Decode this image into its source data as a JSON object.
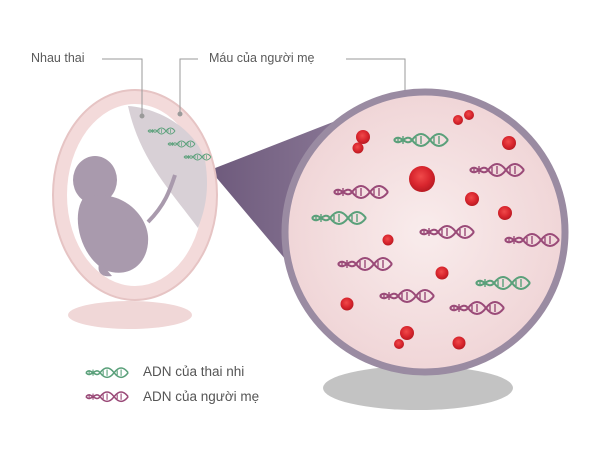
{
  "labels": {
    "placenta": "Nhau thai",
    "maternal_blood": "Máu của người mẹ"
  },
  "legend": [
    {
      "label": "ADN của thai nhi",
      "icon": "fetal-dna-icon",
      "color": "#5aa07a"
    },
    {
      "label": "ADN của người mẹ",
      "icon": "maternal-dna-icon",
      "color": "#9a4a78"
    }
  ],
  "colors": {
    "fetal_dna": "#5aa07a",
    "maternal_dna": "#9a4a78",
    "red_cell": "#d9262e",
    "uterus_ring": "#f1d6d6",
    "lens_fill": "#f6e3e3",
    "lens_border": "#9a8ba2",
    "cone": "#7f6c8a",
    "shadow": "#c3c3c3",
    "fetus": "#a99aad"
  }
}
